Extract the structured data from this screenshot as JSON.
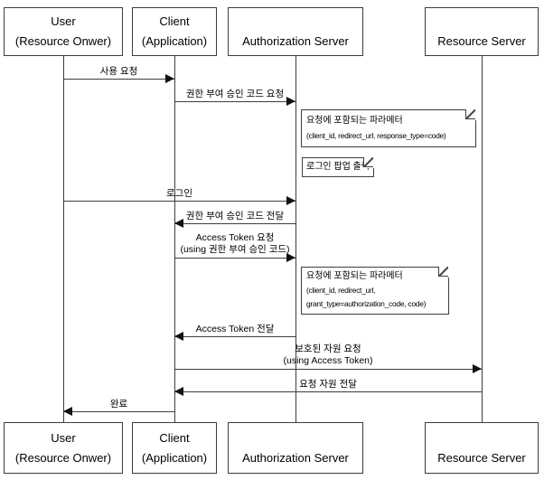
{
  "colors": {
    "line": "#3d3d3d",
    "arrow": "#111111",
    "text": "#000000",
    "background": "#ffffff"
  },
  "actors": [
    {
      "id": "user",
      "line1": "User",
      "line2": "(Resource Onwer)"
    },
    {
      "id": "client",
      "line1": "Client",
      "line2": "(Application)"
    },
    {
      "id": "authorization-server",
      "line1": "",
      "line2": "Authorization Server"
    },
    {
      "id": "resource-server",
      "line1": "",
      "line2": "Resource Server"
    }
  ],
  "messages": [
    {
      "label": "사용 요청",
      "from": "user",
      "to": "client"
    },
    {
      "label": "권한 부여 승인 코드 요청",
      "from": "client",
      "to": "authorization-server"
    },
    {
      "label": "로그인",
      "from": "user",
      "to": "authorization-server"
    },
    {
      "label": "권한 부여 승인 코드 전달",
      "from": "authorization-server",
      "to": "client"
    },
    {
      "label": "Access Token 요청",
      "label2": "(using 권한 부여 승인 코드)",
      "from": "client",
      "to": "authorization-server"
    },
    {
      "label": "Access Token 전달",
      "from": "authorization-server",
      "to": "client"
    },
    {
      "label": "보호된 자원 요청",
      "label2": "(using Access Token)",
      "from": "client",
      "to": "resource-server"
    },
    {
      "label": "요청 자원 전달",
      "from": "resource-server",
      "to": "client"
    },
    {
      "label": "완료",
      "from": "client",
      "to": "user"
    }
  ],
  "notes": [
    {
      "lines": [
        "요청에 포함되는 파라메터",
        "(client_id, redirect_url, response_type=code)"
      ]
    },
    {
      "lines": [
        "로그인 팝업 출력"
      ]
    },
    {
      "lines": [
        "요청에 포함되는 파라메터",
        "(client_id, redirect_url,",
        "grant_type=authorization_code, code)"
      ]
    }
  ]
}
